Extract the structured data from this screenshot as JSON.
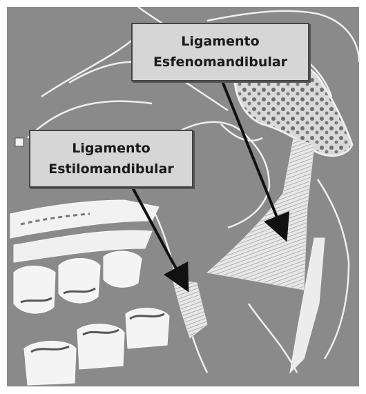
{
  "labels": {
    "sphenomandibular": {
      "line1": "Ligamento",
      "line2": "Esfenomandibular"
    },
    "stylomandibular": {
      "line1": "Ligamento",
      "line2": "Estilomandibular"
    }
  },
  "colors": {
    "background": "#8a8a8a",
    "outline": "#f2f2f2",
    "box_fill": "#d6d6d6",
    "arrow": "#111111"
  }
}
